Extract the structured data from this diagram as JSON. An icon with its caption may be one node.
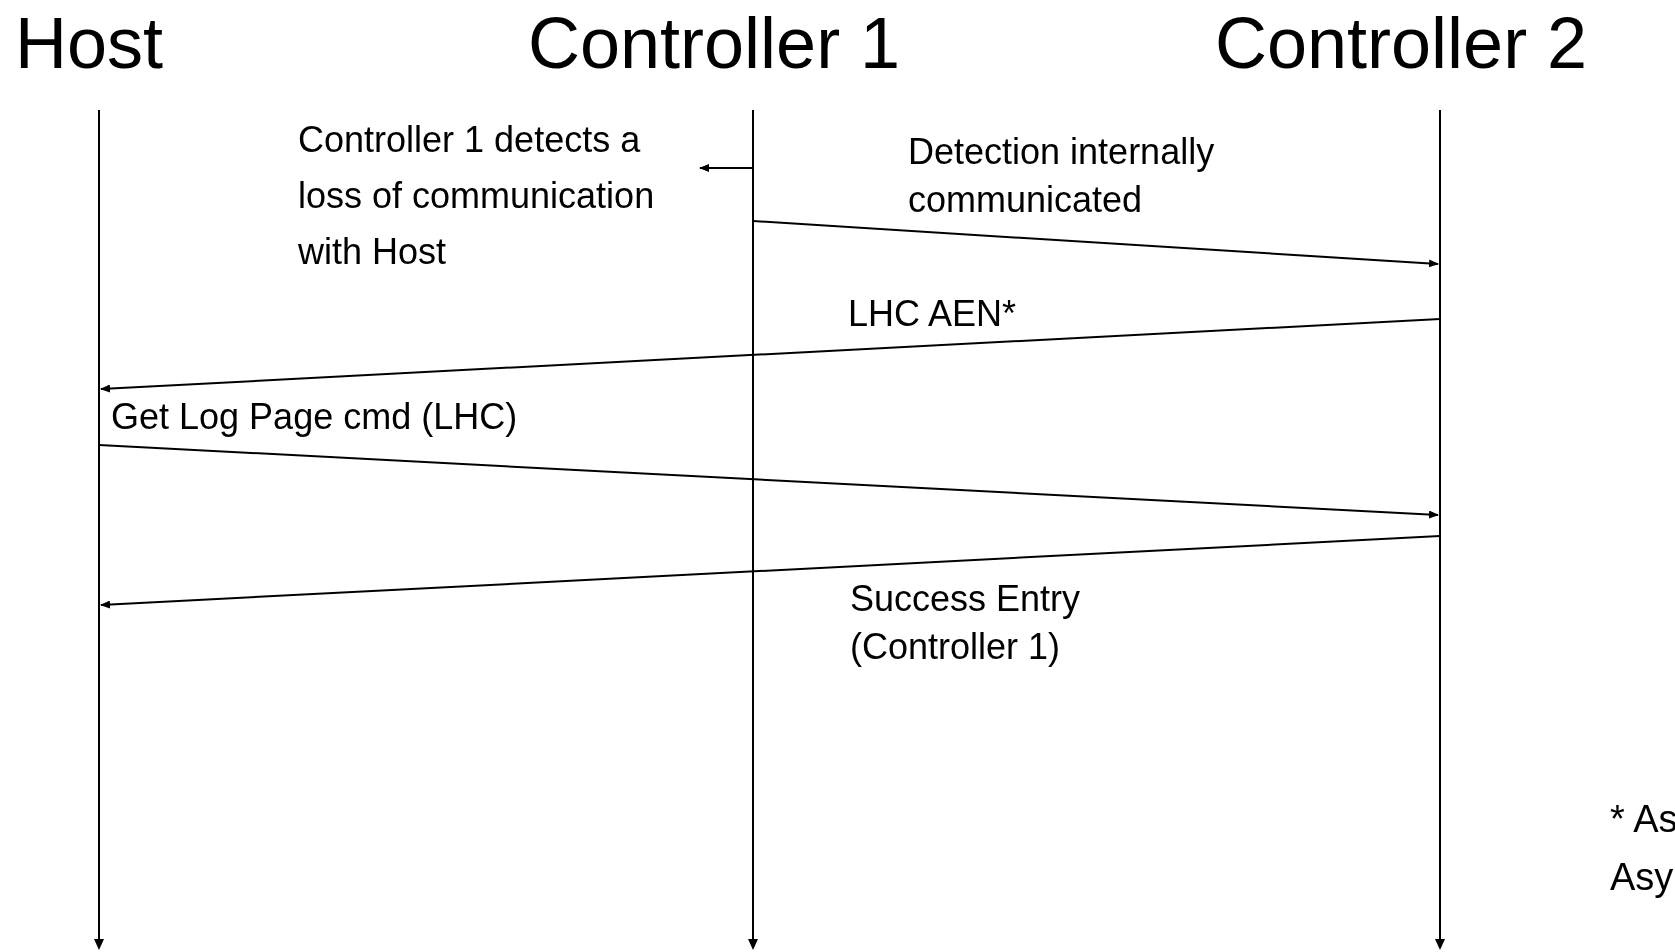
{
  "diagram": {
    "nodes": [
      {
        "text": [
          "Host"
        ]
      },
      {
        "text": [
          "Controller 1"
        ]
      },
      {
        "text": [
          "Controller 2"
        ]
      },
      {
        "text": [
          "Controller 1 detects a loss of communication with Host"
        ]
      }
    ],
    "edges": [
      {
        "from": 1,
        "to": 3,
        "arrow": "to"
      },
      {
        "from": 1,
        "to": 2,
        "arrow": "to",
        "label": "Detection internally communicated"
      },
      {
        "from": 2,
        "to": 0,
        "arrow": "to",
        "label": "LHC AEN*"
      },
      {
        "from": 0,
        "to": 2,
        "arrow": "to",
        "label": "Get Log Page cmd (LHC)"
      },
      {
        "from": 2,
        "to": 0,
        "arrow": "to",
        "label": "Success Entry (Controller 1)"
      }
    ],
    "labels": [
      "* As",
      "Asy"
    ]
  }
}
